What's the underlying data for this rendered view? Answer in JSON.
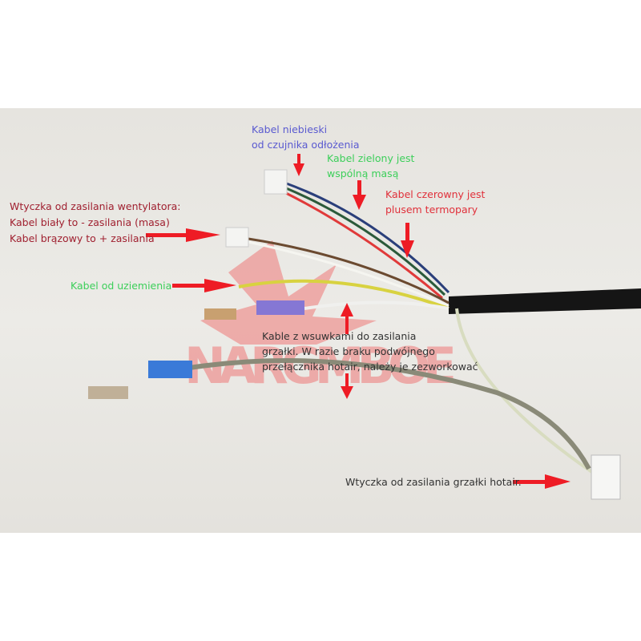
{
  "labels": {
    "blue_cable": [
      "Kabel niebieski",
      "od czujnika odłożenia"
    ],
    "green_cable": [
      "Kabel zielony jest",
      "wspólną masą"
    ],
    "red_cable": [
      "Kabel czerowny jest",
      "plusem termopary"
    ],
    "fan_plug": [
      "Wtyczka od zasilania wentylatora:",
      "Kabel biały to - zasilania (masa)",
      "Kabel brązowy to + zasilania"
    ],
    "ground": "Kabel od uziemienia",
    "heater_connectors": [
      "Kable z wsuwkami do zasilania",
      "grzałki. W razie braku podwójnego",
      "przełącznika hotair, należy je zezworkować"
    ],
    "heater_plug": "Wtyczka od zasilania grzałki hotair."
  },
  "watermark_text": "NARGMBOE",
  "colors": {
    "arrow": "#ee1c25",
    "blue_text": "#5a5ad0",
    "green_text": "#3ccf5a",
    "red_text": "#e0303a"
  }
}
